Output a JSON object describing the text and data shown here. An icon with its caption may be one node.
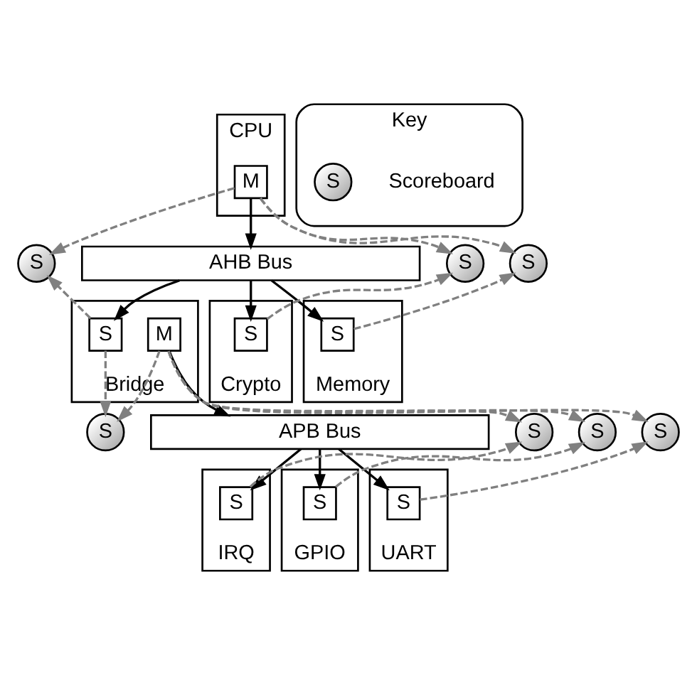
{
  "diagram": {
    "nodes": [
      {
        "text": [
          "CPU"
        ]
      },
      {
        "text": [
          "M"
        ],
        "in": 0
      },
      {
        "text": [
          "S"
        ]
      },
      {
        "text": [
          "AHB Bus"
        ]
      },
      {
        "text": [
          "S"
        ]
      },
      {
        "text": [
          "S"
        ]
      },
      {
        "text": [
          "Bridge"
        ]
      },
      {
        "text": [
          "S"
        ],
        "in": 6
      },
      {
        "text": [
          "M"
        ],
        "in": 6
      },
      {
        "text": [
          "S"
        ]
      },
      {
        "text": [
          "Crypto"
        ]
      },
      {
        "text": [
          "S"
        ],
        "in": 10
      },
      {
        "text": [
          "Memory"
        ]
      },
      {
        "text": [
          "S"
        ],
        "in": 12
      },
      {
        "text": [
          "APB Bus"
        ]
      },
      {
        "text": [
          "S"
        ]
      },
      {
        "text": [
          "S"
        ]
      },
      {
        "text": [
          "S"
        ]
      },
      {
        "text": [
          "IRQ"
        ]
      },
      {
        "text": [
          "S"
        ],
        "in": 18
      },
      {
        "text": [
          "GPIO"
        ]
      },
      {
        "text": [
          "S"
        ],
        "in": 20
      },
      {
        "text": [
          "UART"
        ]
      },
      {
        "text": [
          "S"
        ],
        "in": 22
      },
      {
        "text": [
          "Key"
        ]
      },
      {
        "text": [
          "S"
        ],
        "in": 24,
        "beside": [
          "Scoreboard"
        ]
      }
    ],
    "edges": [
      {
        "from": 1,
        "to": 3,
        "arrow": "to",
        "color": "#000000"
      },
      {
        "from": 3,
        "to": 7,
        "arrow": "to",
        "color": "#000000"
      },
      {
        "from": 3,
        "to": 11,
        "arrow": "to",
        "color": "#000000"
      },
      {
        "from": 3,
        "to": 13,
        "arrow": "to",
        "color": "#000000"
      },
      {
        "from": 1,
        "to": 2,
        "arrow": "to",
        "style": "dashed",
        "color": "#808080"
      },
      {
        "from": 1,
        "to": 4,
        "arrow": "to",
        "style": "dashed",
        "color": "#808080"
      },
      {
        "from": 1,
        "to": 5,
        "arrow": "to",
        "style": "dashed",
        "color": "#808080"
      },
      {
        "from": 7,
        "to": 2,
        "arrow": "to",
        "style": "dashed",
        "color": "#808080"
      },
      {
        "from": 11,
        "to": 4,
        "arrow": "to",
        "style": "dashed",
        "color": "#808080"
      },
      {
        "from": 13,
        "to": 5,
        "arrow": "to",
        "style": "dashed",
        "color": "#808080"
      },
      {
        "from": 7,
        "to": 9,
        "arrow": "to",
        "style": "dashed",
        "color": "#808080"
      },
      {
        "from": 8,
        "to": 9,
        "arrow": "to",
        "style": "dashed",
        "color": "#808080"
      },
      {
        "from": 8,
        "to": 14,
        "arrow": "to",
        "color": "#000000"
      },
      {
        "from": 14,
        "to": 19,
        "arrow": "to",
        "color": "#000000"
      },
      {
        "from": 14,
        "to": 21,
        "arrow": "to",
        "color": "#000000"
      },
      {
        "from": 14,
        "to": 23,
        "arrow": "to",
        "color": "#000000"
      },
      {
        "from": 8,
        "to": 15,
        "arrow": "to",
        "style": "dashed",
        "color": "#808080"
      },
      {
        "from": 8,
        "to": 16,
        "arrow": "to",
        "style": "dashed",
        "color": "#808080"
      },
      {
        "from": 8,
        "to": 17,
        "arrow": "to",
        "style": "dashed",
        "color": "#808080"
      },
      {
        "from": 19,
        "to": 15,
        "arrow": "to",
        "style": "dashed",
        "color": "#808080"
      },
      {
        "from": 21,
        "to": 16,
        "arrow": "to",
        "style": "dashed",
        "color": "#808080"
      },
      {
        "from": 23,
        "to": 17,
        "arrow": "to",
        "style": "dashed",
        "color": "#808080"
      }
    ]
  }
}
